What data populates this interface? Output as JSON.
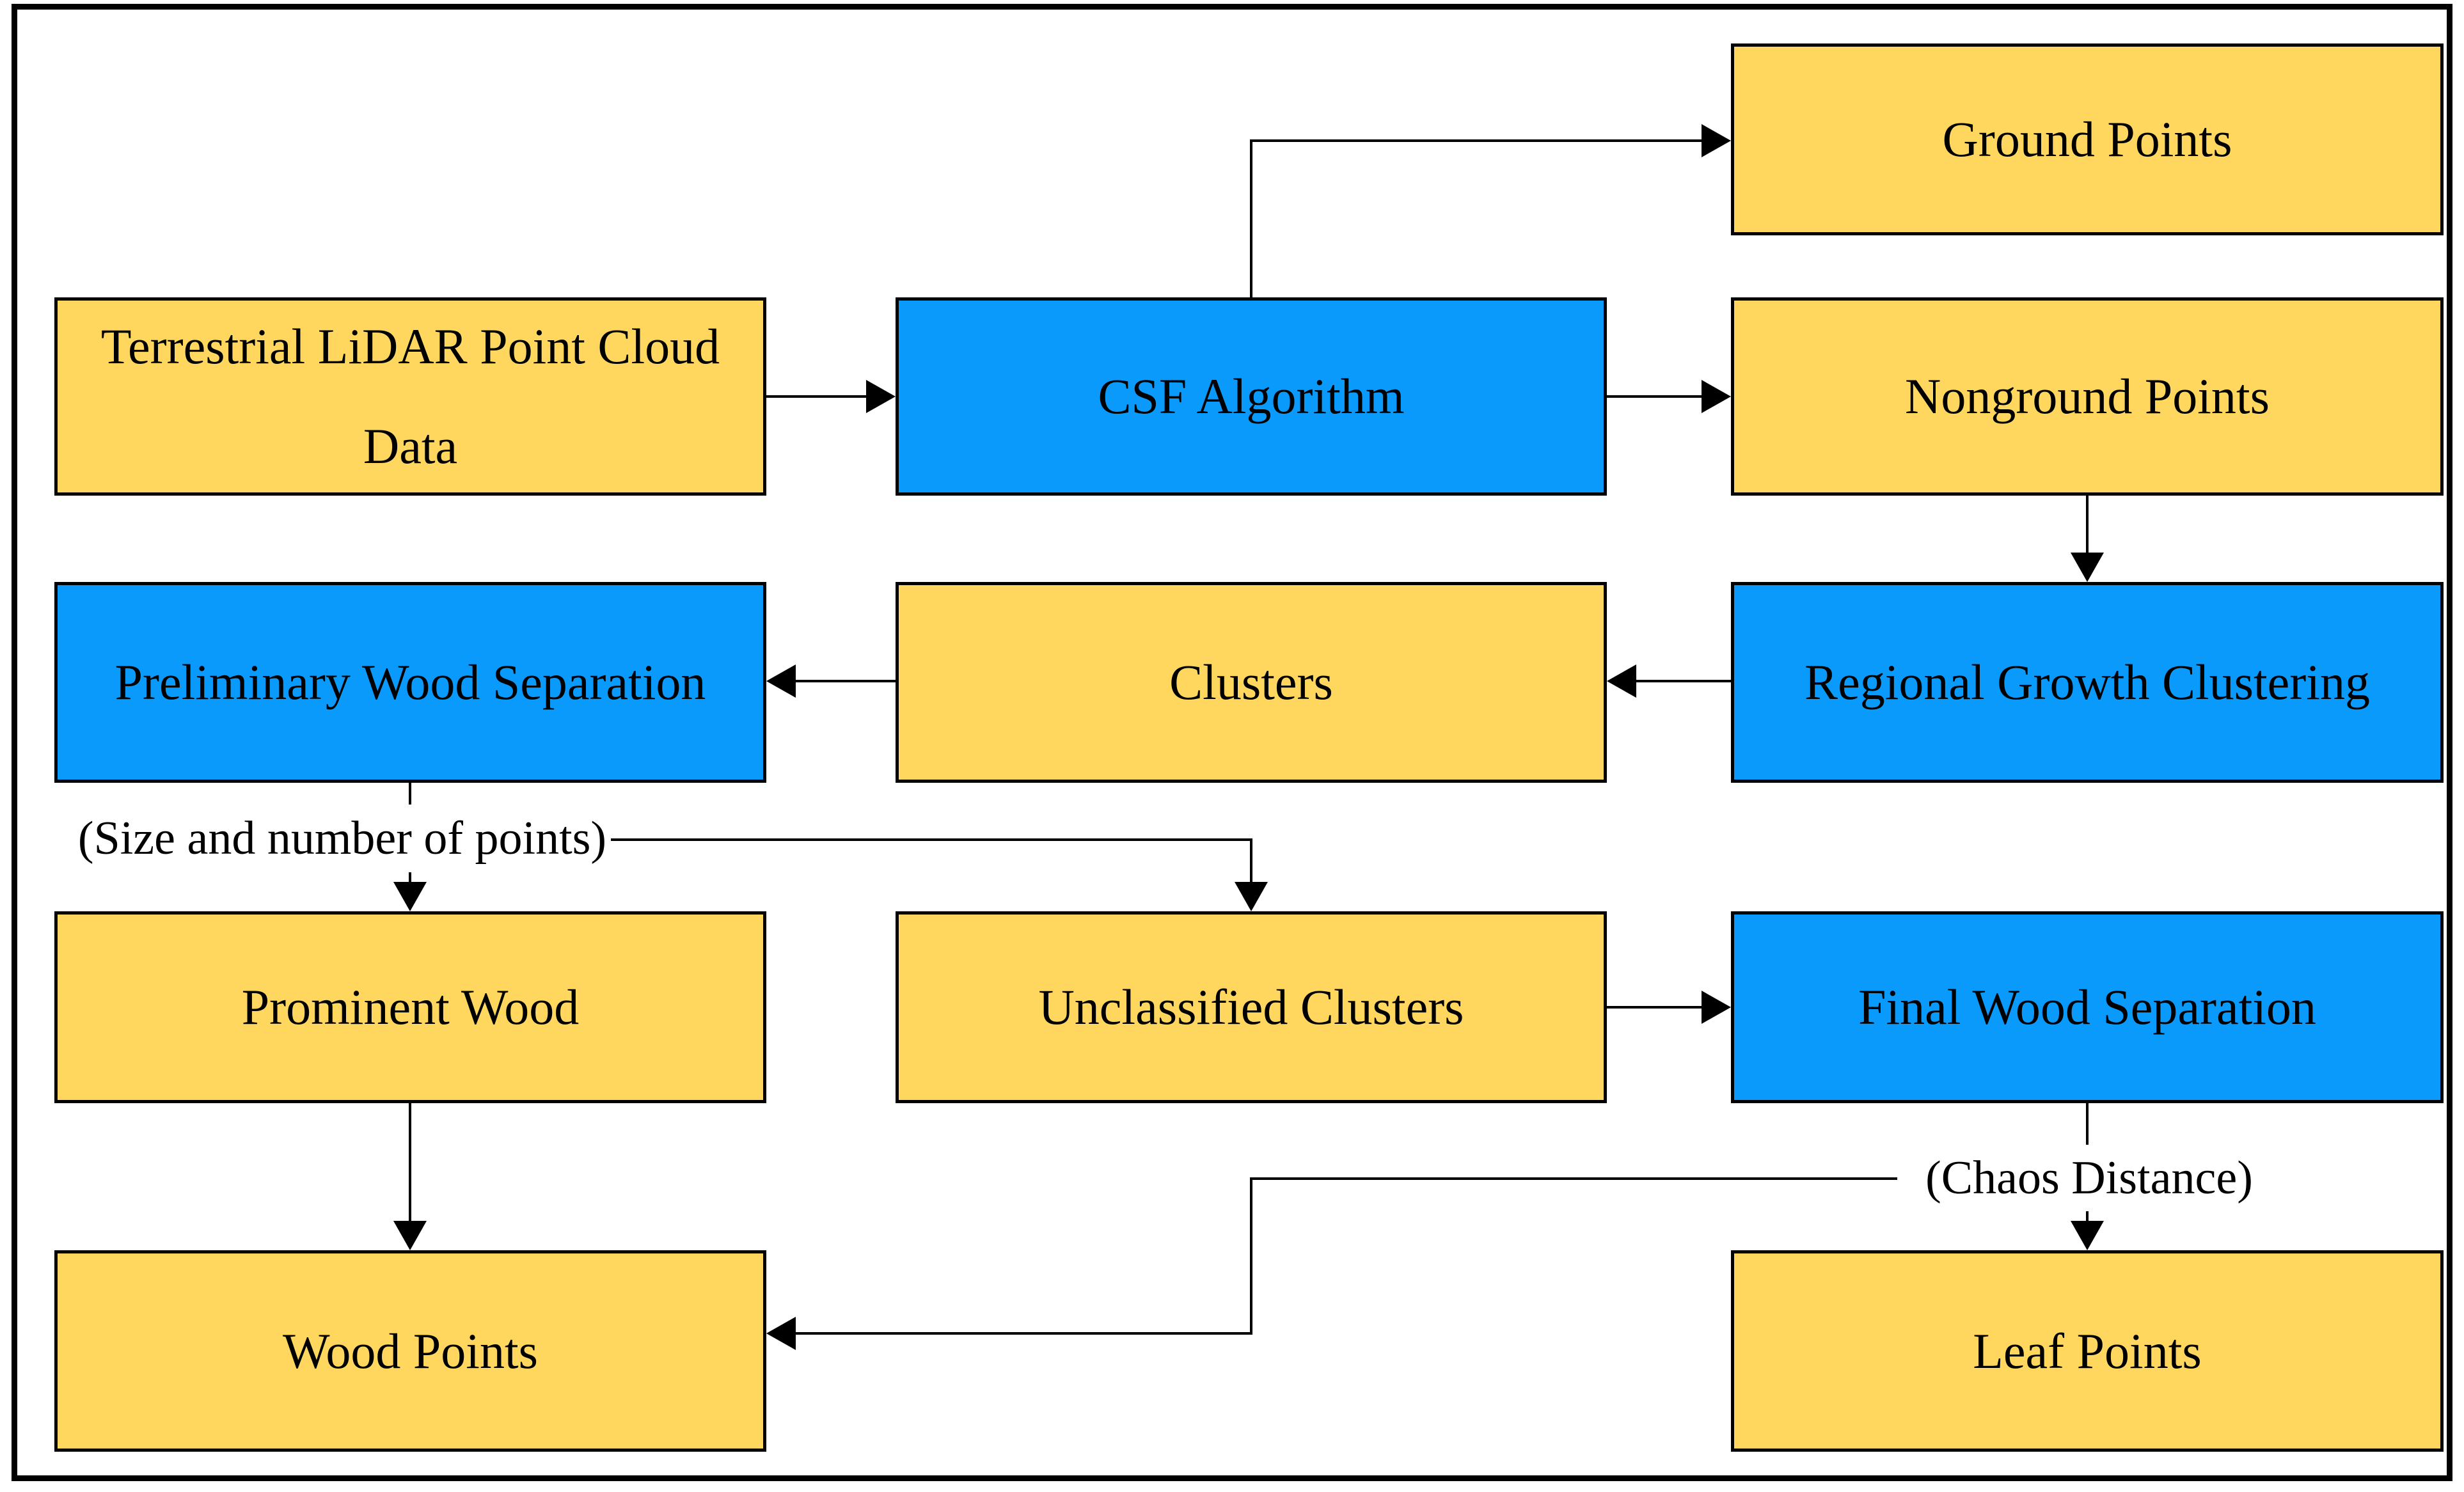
{
  "diagram": {
    "type": "flowchart",
    "colors": {
      "data_fill": "#FFD75F",
      "process_fill": "#0A9AFB",
      "line": "#000000",
      "background": "#FFFFFF"
    },
    "nodes": {
      "terrestrial": {
        "label": "Terrestrial LiDAR Point Cloud\nData",
        "type": "data"
      },
      "csf": {
        "label": "CSF Algorithm",
        "type": "process"
      },
      "ground": {
        "label": "Ground Points",
        "type": "data"
      },
      "nonground": {
        "label": "Nonground Points",
        "type": "data"
      },
      "regional": {
        "label": "Regional Growth Clustering",
        "type": "process"
      },
      "clusters": {
        "label": "Clusters",
        "type": "data"
      },
      "preliminary": {
        "label": "Preliminary Wood Separation",
        "type": "process"
      },
      "prominent": {
        "label": "Prominent Wood",
        "type": "data"
      },
      "unclassified": {
        "label": "Unclassified Clusters",
        "type": "data"
      },
      "final": {
        "label": "Final Wood Separation",
        "type": "process"
      },
      "wood": {
        "label": "Wood Points",
        "type": "data"
      },
      "leaf": {
        "label": "Leaf Points",
        "type": "data"
      }
    },
    "annotations": {
      "size_note": "(Size and number of points)",
      "chaos_note": "(Chaos Distance)"
    },
    "edges": [
      {
        "from": "terrestrial",
        "to": "csf"
      },
      {
        "from": "csf",
        "to": "ground"
      },
      {
        "from": "csf",
        "to": "nonground"
      },
      {
        "from": "nonground",
        "to": "regional"
      },
      {
        "from": "regional",
        "to": "clusters"
      },
      {
        "from": "clusters",
        "to": "preliminary"
      },
      {
        "from": "preliminary",
        "to": "prominent",
        "label": "(Size and number of points)"
      },
      {
        "from": "preliminary",
        "to": "unclassified",
        "label": "(Size and number of points)"
      },
      {
        "from": "unclassified",
        "to": "final"
      },
      {
        "from": "final",
        "to": "leaf",
        "label": "(Chaos Distance)"
      },
      {
        "from": "final",
        "to": "wood",
        "label": "(Chaos Distance)"
      },
      {
        "from": "prominent",
        "to": "wood"
      }
    ]
  }
}
